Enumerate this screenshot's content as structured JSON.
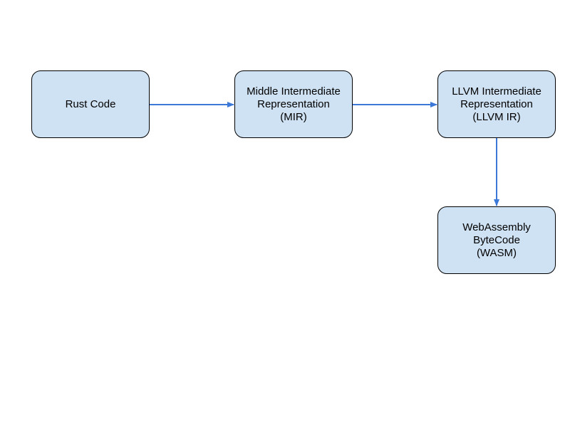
{
  "diagram": {
    "nodes": {
      "rust": {
        "lines": [
          "Rust Code"
        ]
      },
      "mir": {
        "lines": [
          "Middle Intermediate",
          "Representation",
          "(MIR)"
        ]
      },
      "llvm": {
        "lines": [
          "LLVM Intermediate",
          "Representation",
          "(LLVM IR)"
        ]
      },
      "wasm": {
        "lines": [
          "WebAssembly",
          "ByteCode",
          "(WASM)"
        ]
      }
    },
    "edges": [
      {
        "from": "Rust Code",
        "to": "Middle Intermediate Representation (MIR)"
      },
      {
        "from": "Middle Intermediate Representation (MIR)",
        "to": "LLVM Intermediate Representation (LLVM IR)"
      },
      {
        "from": "LLVM Intermediate Representation (LLVM IR)",
        "to": "WebAssembly ByteCode (WASM)"
      }
    ],
    "colors": {
      "node_fill": "#cfe2f3",
      "node_border": "#000000",
      "arrow": "#3c78d8"
    }
  }
}
